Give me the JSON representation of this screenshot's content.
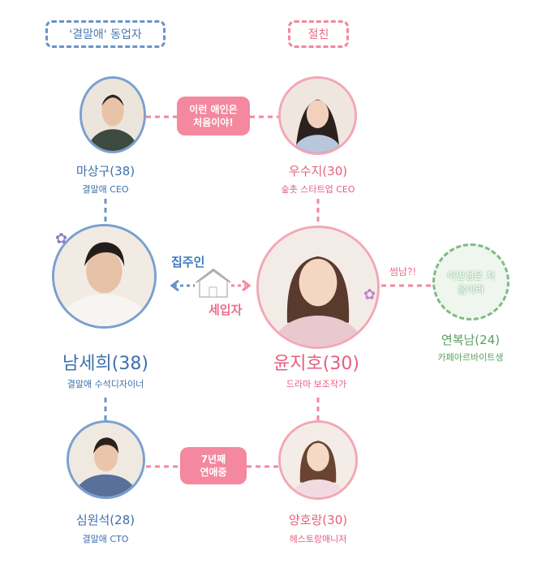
{
  "groups": {
    "coworkers": "'결말애' 동업자",
    "best_friends": "절친"
  },
  "people": {
    "ma_sanggu": {
      "name": "마상구(38)",
      "role": "결말애 CEO"
    },
    "woo_suji": {
      "name": "우수지(30)",
      "role": "숲촛 스타트업 CEO"
    },
    "nam_sehee": {
      "name": "남세희(38)",
      "role": "결말애 수석디자이너"
    },
    "yoon_jiho": {
      "name": "윤지호(30)",
      "role": "드라마 보조작가"
    },
    "yeon_boknam": {
      "name": "연복남(24)",
      "role": "카페아르바이트생"
    },
    "sim_wonseok": {
      "name": "심원석(28)",
      "role": "결말애 CTO"
    },
    "yang_horang": {
      "name": "양호랑(30)",
      "role": "헤스토랑매니저"
    }
  },
  "relations": {
    "first_love_line1": "이런 애인은",
    "first_love_line2": "처음이야!",
    "landlord": "집주인",
    "tenant": "세입자",
    "some": "썸남?!",
    "dating_line1": "7년째",
    "dating_line2": "연애중"
  },
  "logo_text": "이번생은 처음이라",
  "colors": {
    "blue": "#6a93c7",
    "pink": "#f3879c",
    "green": "#7fba86"
  }
}
